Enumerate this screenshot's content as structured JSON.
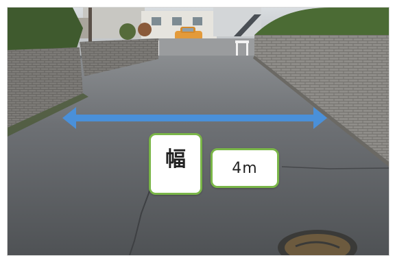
{
  "labels": {
    "width_kanji": "幅",
    "measurement": "4m"
  },
  "colors": {
    "arrow": "#4a90d9",
    "label_border": "#7ab648",
    "asphalt": "#5f6265",
    "brick_wall": "#8c8a86",
    "hedge": "#3f5a2e",
    "car": "#e39a3a"
  },
  "icons": {
    "arrow": "double-headed-arrow",
    "manhole": "manhole-cover"
  }
}
